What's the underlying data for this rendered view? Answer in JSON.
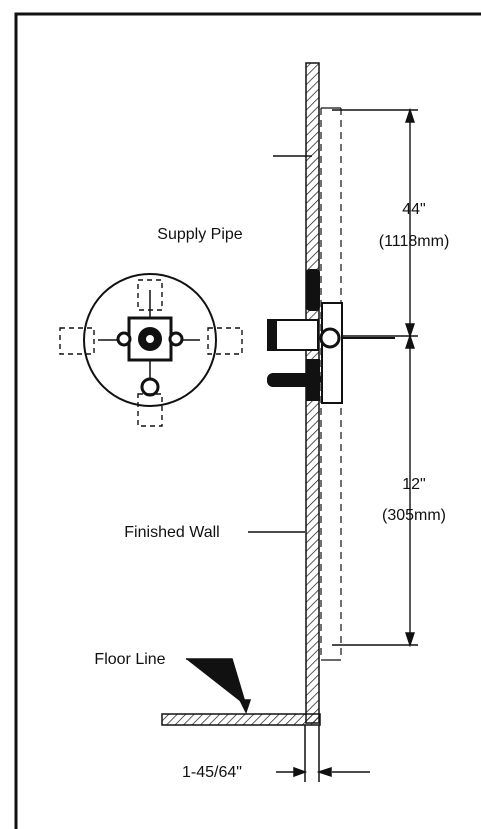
{
  "labels": {
    "supply_pipe": "Supply Pipe",
    "finished_wall": "Finished Wall",
    "floor_line": "Floor Line"
  },
  "dimensions": {
    "top": {
      "imperial": "44\"",
      "metric": "(1118mm)"
    },
    "mid": {
      "imperial": "12\"",
      "metric": "(305mm)"
    },
    "bottom": {
      "imperial": "1-45/64\""
    }
  },
  "colors": {
    "line": "#111111",
    "background": "#ffffff"
  }
}
